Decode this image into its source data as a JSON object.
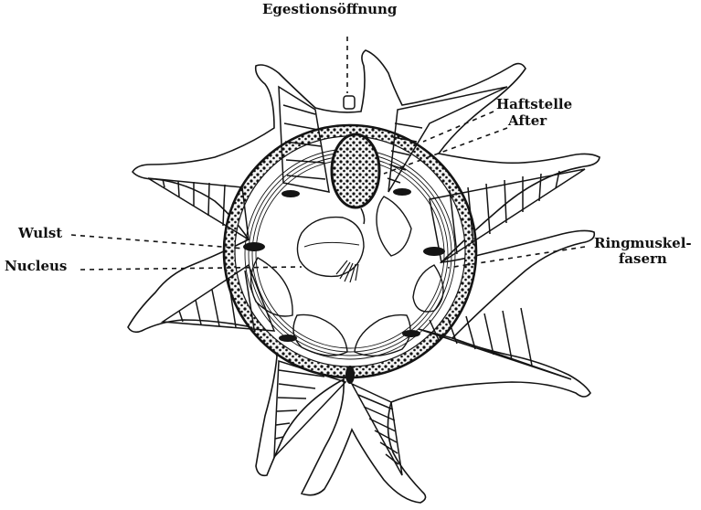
{
  "figure": {
    "labels": {
      "egestion": "Egestionsöffnung",
      "haftstelle": "Haftstelle",
      "after": "After",
      "wulst": "Wulst",
      "nucleus": "Nucleus",
      "ringmuskel_line1": "Ringmuskel-",
      "ringmuskel_line2": "fasern"
    },
    "ink_color": "#141414",
    "paper_color": "#ffffff"
  }
}
